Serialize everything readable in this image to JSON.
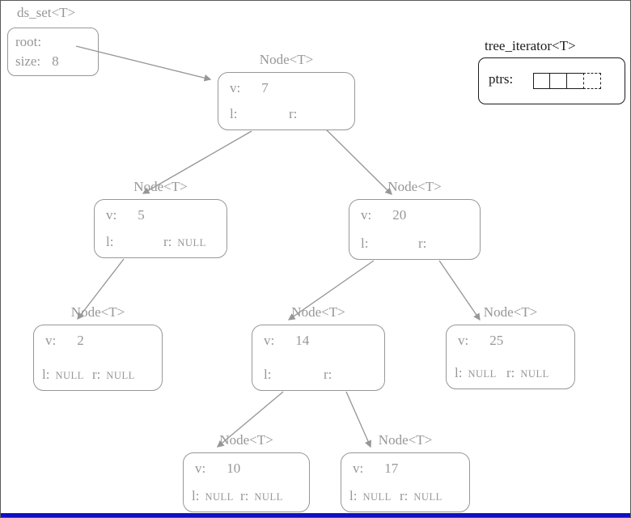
{
  "canvas": {
    "set_title": "ds_set<T>",
    "root_box": {
      "root_label": "root:",
      "size_label": "size:",
      "size_value": "8"
    },
    "iterator": {
      "title": "tree_iterator<T>",
      "ptrs_label": "ptrs:",
      "cells": [
        "solid",
        "solid",
        "solid",
        "dashed"
      ]
    },
    "node_type": "Node<T>",
    "field_labels": {
      "v": "v:",
      "l": "l:",
      "r": "r:"
    },
    "nodes": [
      {
        "name": "node-7",
        "value": "7",
        "left": "",
        "right": ""
      },
      {
        "name": "node-5",
        "value": "5",
        "left": "",
        "right": "NULL"
      },
      {
        "name": "node-20",
        "value": "20",
        "left": "",
        "right": ""
      },
      {
        "name": "node-2",
        "value": "2",
        "left": "NULL",
        "right": "NULL"
      },
      {
        "name": "node-14",
        "value": "14",
        "left": "",
        "right": ""
      },
      {
        "name": "node-25",
        "value": "25",
        "left": "NULL",
        "right": "NULL"
      },
      {
        "name": "node-10",
        "value": "10",
        "left": "NULL",
        "right": "NULL"
      },
      {
        "name": "node-17",
        "value": "17",
        "left": "NULL",
        "right": "NULL"
      }
    ],
    "colors": {
      "diagram_gray": "#979797",
      "iterator_black": "#1c1c1c",
      "bottom_bar_blue": "#0f0fc4"
    }
  }
}
